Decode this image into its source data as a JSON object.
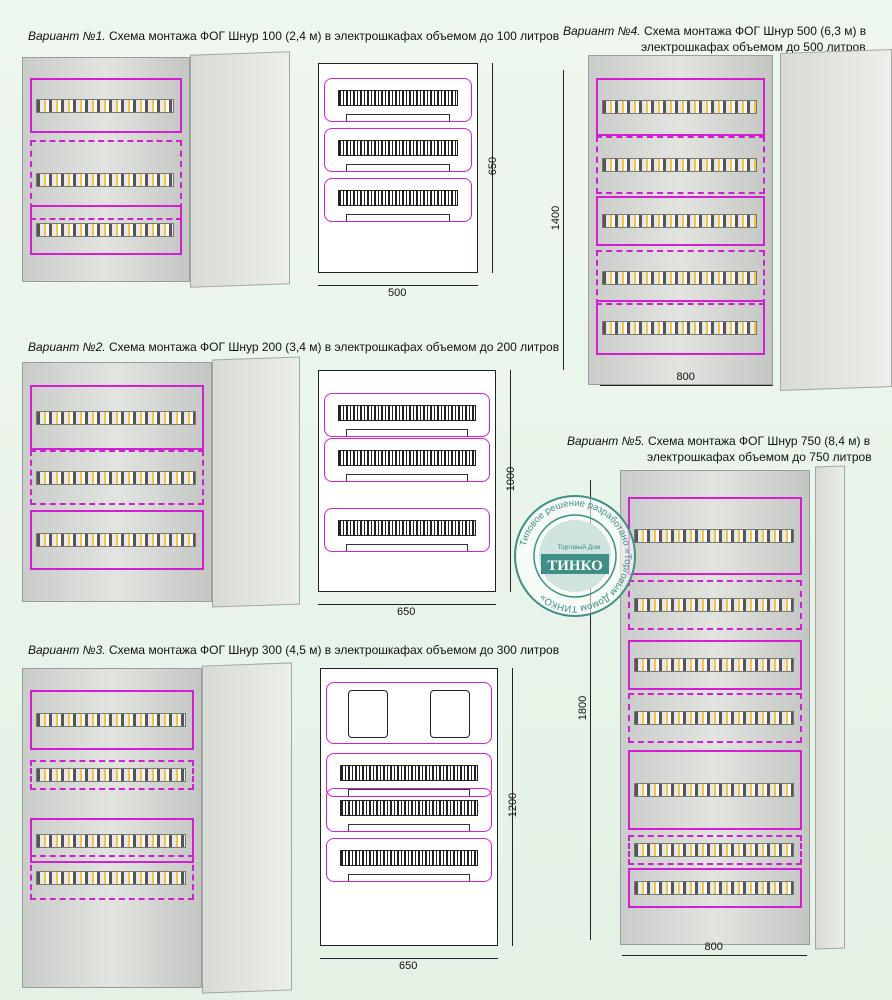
{
  "variants": [
    {
      "label": "Вариант №1.",
      "text": " Схема монтажа ФОГ Шнур 100 (2,4 м) в электрошкафах объемом до 100 литров",
      "height": "650",
      "width": "500"
    },
    {
      "label": "Вариант №2.",
      "text": " Схема монтажа ФОГ Шнур 200 (3,4 м) в электрошкафах объемом до 200 литров",
      "height": "1000",
      "width": "650"
    },
    {
      "label": "Вариант №3.",
      "text": " Схема монтажа ФОГ Шнур 300 (4,5 м) в электрошкафах объемом до 300 литров",
      "height": "1200",
      "width": "650"
    },
    {
      "label": "Вариант №4.",
      "text": " Схема монтажа ФОГ Шнур 500 (6,3 м)  в",
      "text2": "электрошкафах объемом до 500 литров",
      "height": "1400",
      "width": "800"
    },
    {
      "label": "Вариант №5.",
      "text": " Схема монтажа ФОГ Шнур 750 (8,4 м) в",
      "text2": "электрошкафах объемом до 750 литров",
      "height": "1800",
      "width": "800"
    }
  ],
  "stamp": {
    "ring": "Типовое решение разработано «Торговым Домом ТИНКО»",
    "brand_small": "Торговый Дом",
    "brand": "ТИНКО"
  },
  "colors": {
    "accent": "#d21fd2",
    "stamp": "#3f8f86"
  }
}
